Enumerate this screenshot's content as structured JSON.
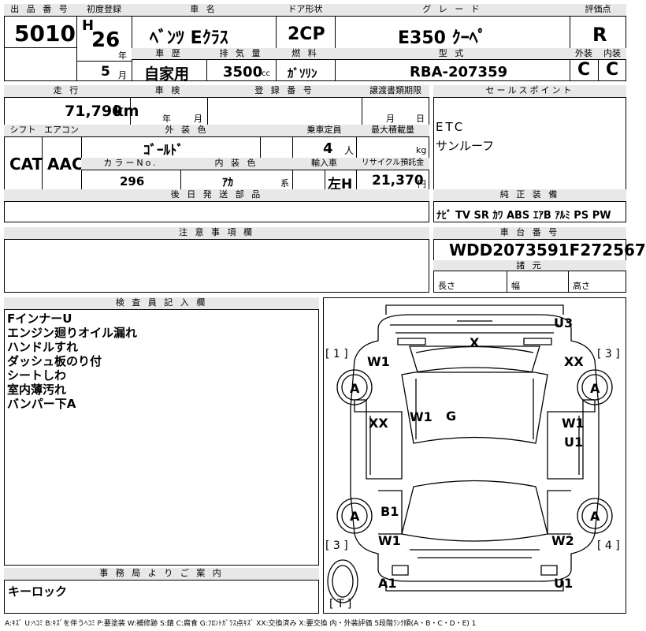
{
  "top": {
    "lot_label": "出 品 番 号",
    "lot_value": "5010",
    "first_reg_label": "初度登録",
    "era": "H",
    "year": "26",
    "year_unit": "年",
    "month": "5",
    "month_unit": "月",
    "car_name_label": "車 名",
    "car_name": "ﾍﾞﾝﾂ Eｸﾗｽ",
    "door_label": "ドア形状",
    "door_value": "2CP",
    "grade_label": "グ レ ー ド",
    "grade_value": "E350 ｸｰﾍﾟ",
    "score_label": "評価点",
    "score_value": "R",
    "history_label": "車 歴",
    "history_value": "自家用",
    "displacement_label": "排 気 量",
    "displacement_value": "3500",
    "displacement_unit": "cc",
    "fuel_label": "燃 料",
    "fuel_value": "ｶﾞｿﾘﾝ",
    "model_label": "型 式",
    "model_value": "RBA-207359",
    "exterior_label": "外装",
    "exterior_value": "C",
    "interior_label": "内装",
    "interior_value": "C"
  },
  "second": {
    "mileage_label": "走 行",
    "mileage_value": "71,790",
    "mileage_unit": "km",
    "inspection_label": "車 検",
    "inspection_year": "年",
    "inspection_month": "月",
    "reg_label": "登 録 番 号",
    "transfer_label": "譲渡書類期限",
    "transfer_month": "月",
    "transfer_day": "日",
    "shift_label": "シフト",
    "shift_value": "CAT",
    "ac_label": "エアコン",
    "ac_value": "AAC",
    "color_label": "外 装 色",
    "color_value": "ｺﾞｰﾙﾄﾞ",
    "capacity_label": "乗車定員",
    "capacity_value": "4",
    "capacity_unit": "人",
    "load_label": "最大積載量",
    "load_unit": "kg",
    "color_no_label": "カラーNo.",
    "color_no_value": "296",
    "interior_color_label": "内 装 色",
    "interior_color_value": "ｱｶ",
    "interior_color_unit": "系",
    "import_label": "輸入車",
    "import_value": "左H",
    "recycle_label": "リサイクル預託金",
    "recycle_value": "21,370",
    "recycle_unit": "円",
    "later_parts_label": "後 日 発 送 部 品"
  },
  "sales": {
    "label": "セールスポイント",
    "lines": [
      "ETC",
      "サンルーフ"
    ]
  },
  "equipment": {
    "label": "純 正 装 備",
    "items": [
      "ﾅﾋﾞ",
      "TV",
      "SR",
      "ｶﾜ",
      "ABS",
      "ｴｱB",
      "ｱﾙﾐ",
      "PS",
      "PW"
    ]
  },
  "notes_label": "注 意 事 項 欄",
  "vin": {
    "label": "車 台 番 号",
    "value": "WDD2073591F272567",
    "specs_label": "諸 元",
    "length_label": "長さ",
    "width_label": "幅",
    "height_label": "高さ"
  },
  "inspector": {
    "label": "検 査 員 記 入 欄",
    "lines": [
      "FインナーU",
      "エンジン廻りオイル漏れ",
      "ハンドルすれ",
      "ダッシュ板のり付",
      "シートしわ",
      "室内薄汚れ",
      "バンパー下A"
    ]
  },
  "office": {
    "label": "事 務 局 よ り ご 案 内",
    "lines": [
      "キーロック"
    ]
  },
  "diagram": {
    "corner1": "[ 1 ]",
    "corner3": "[ 3 ]",
    "corner3b": "[ 3 ]",
    "corner4": "[ 4 ]",
    "cornerT": "[ T ]",
    "marks": {
      "u3": "U3",
      "x_top": "X",
      "w1_fl": "W1",
      "xx_fr": "XX",
      "a_fl": "A",
      "a_fr": "A",
      "xx_l": "XX",
      "w1_c": "W1",
      "g": "G",
      "w1_r": "W1",
      "u1_r": "U1",
      "a_rl": "A",
      "b1": "B1",
      "a_rr": "A",
      "w1_rl": "W1",
      "w2": "W2",
      "a1": "A1",
      "u1_b": "U1"
    }
  },
  "legend": "A:ｷｽﾞ U:ﾍｺﾐ B:ｷｽﾞを伴うﾍｺﾐ P:要塗装 W:補修跡 S:錆 C:腐食 G:ﾌﾛﾝﾄｶﾞﾗｽ点ｷｽﾞ XX:交換済み X:要交換 内・外装評価 5段階ﾗﾝｸ順(A・B・C・D・E) 1"
}
